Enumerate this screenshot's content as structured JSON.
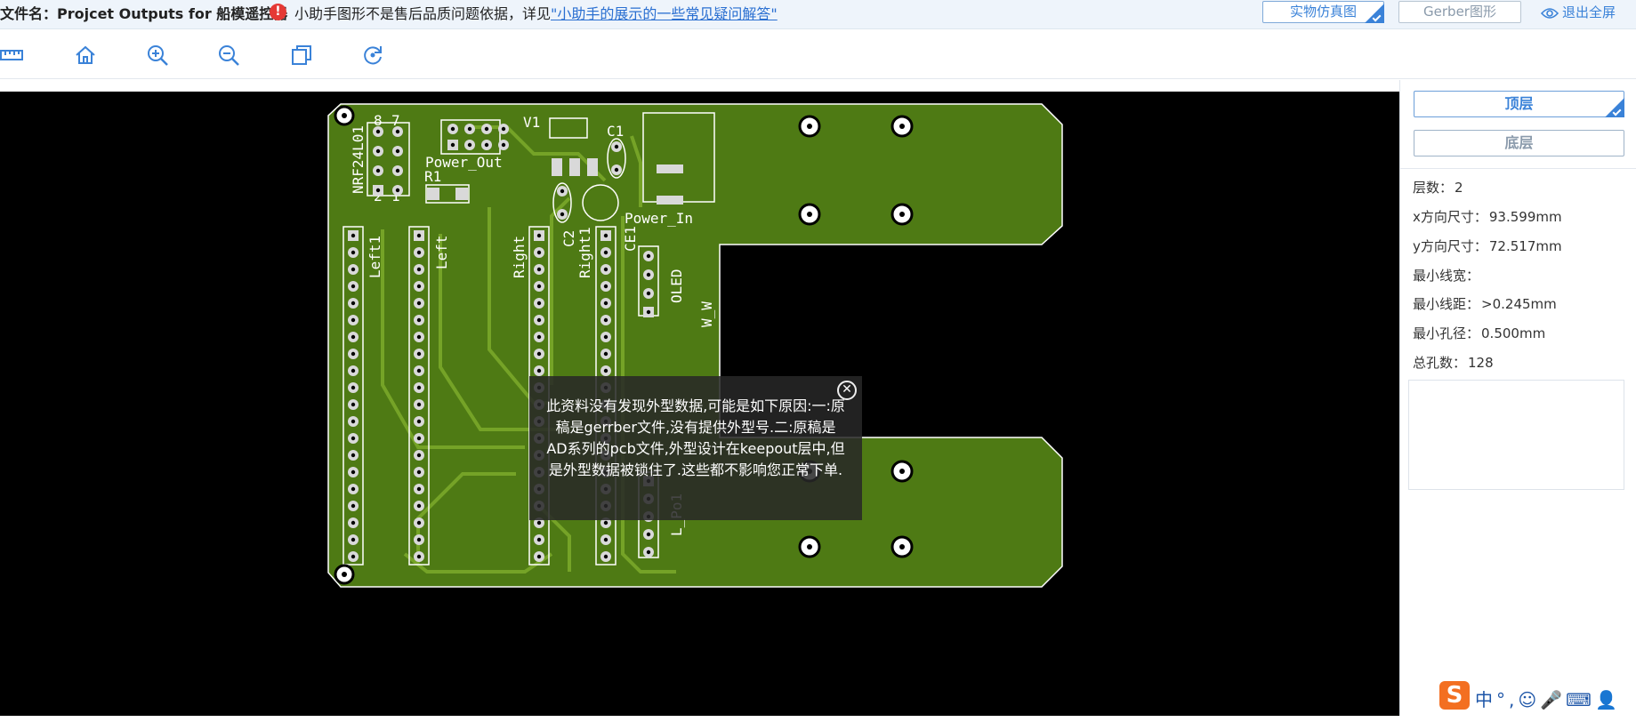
{
  "header": {
    "filename_label": "文件名：Projcet Outputs for 船模遥控器",
    "warning_icon": "exclamation-icon",
    "notice_text": "小助手图形不是售后品质问题依据，详见",
    "notice_link": "\"小助手的展示的一些常见疑问解答\"",
    "sim_button": "实物仿真图",
    "gerber_button": "Gerber图形",
    "exit_fullscreen": "退出全屏"
  },
  "toolbar": {
    "tools": [
      "ruler-icon",
      "home-icon",
      "zoom-in-icon",
      "zoom-out-icon",
      "copy-icon",
      "rotate-icon"
    ]
  },
  "board": {
    "labels": [
      "NRF24L01",
      "8",
      "7",
      "2",
      "1",
      "Power_Out",
      "V1",
      "C1",
      "R1",
      "C2",
      "Power_In",
      "Left1",
      "Left",
      "Right",
      "Right1",
      "CE1",
      "OLED",
      "L_Po1",
      "W_W"
    ],
    "colors": {
      "board": "#4e7a14",
      "trace": "#7aa82a",
      "silk": "#ffffff",
      "pad": "#d9d9d9"
    }
  },
  "overlay": {
    "message": "此资料没有发现外型数据,可能是如下原因:一:原稿是gerrber文件,没有提供外型号.二:原稿是AD系列的pcb文件,外型设计在keepout层中,但是外型数据被锁住了.这些都不影响您正常下单."
  },
  "sidebar": {
    "top_layer": "顶层",
    "bottom_layer": "底层",
    "info": [
      {
        "label": "层数：",
        "value": "2"
      },
      {
        "label": "x方向尺寸：",
        "value": "93.599mm"
      },
      {
        "label": "y方向尺寸：",
        "value": "72.517mm"
      },
      {
        "label": "最小线宽：",
        "value": ""
      },
      {
        "label": "最小线距：",
        "value": ">0.245mm"
      },
      {
        "label": "最小孔径：",
        "value": "0.500mm"
      },
      {
        "label": "总孔数：",
        "value": "128"
      }
    ]
  },
  "ime": {
    "logo": "S",
    "items": "中°,☺🎤⌨👤"
  }
}
